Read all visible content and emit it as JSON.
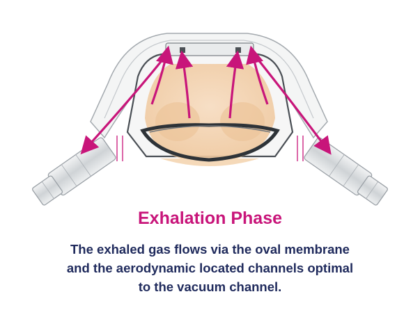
{
  "title": "Exhalation Phase",
  "caption_lines": [
    "The exhaled gas flows via the oval membrane",
    "and the aerodynamic located channels optimal",
    "to the vacuum channel."
  ],
  "colors": {
    "accent": "#c8157a",
    "text": "#1f2a5c",
    "skin": "#f4d6b3",
    "frame": "#9aa0a6"
  }
}
